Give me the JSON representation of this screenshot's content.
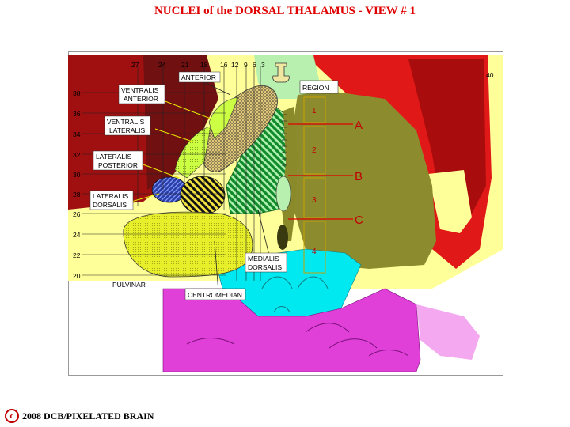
{
  "title": "NUCLEI of the DORSAL THALAMUS - VIEW  #  1",
  "footer": {
    "copyright_symbol": "c",
    "text": "2008  DCB/PIXELATED BRAIN"
  },
  "diagram": {
    "region_header": "REGION",
    "regions": [
      "1",
      "2",
      "3",
      "4"
    ],
    "section_letters": [
      "A",
      "B",
      "C"
    ],
    "nucleus_labels": {
      "anterior": "ANTERIOR",
      "ventralis_anterior": [
        "VENTRALIS",
        "ANTERIOR"
      ],
      "ventralis_lateralis": [
        "VENTRALIS",
        "LATERALIS"
      ],
      "lateralis_posterior": [
        "LATERALIS",
        "POSTERIOR"
      ],
      "lateralis_dorsalis": [
        "LATERALIS",
        "DORSALIS"
      ],
      "pulvinar": "PULVINAR",
      "centromedian": "CENTROMEDIAN",
      "medialis_dorsalis": [
        "MEDIALIS",
        "DORSALIS"
      ]
    },
    "top_scale": [
      "27",
      "24",
      "21",
      "18",
      "16",
      "12",
      "9",
      "6",
      "3"
    ],
    "left_scale": [
      "38",
      "36",
      "34",
      "32",
      "30",
      "28",
      "26",
      "24",
      "22",
      "20"
    ],
    "right_scale": "40",
    "colors": {
      "title": "#e00000",
      "cortex_dark_red": "#a01010",
      "cortex_red": "#e01818",
      "background_yellow": "#ffff99",
      "anterior_nucleus": "#e8d080",
      "ventralis_lateralis": "#ccff44",
      "lateralis_posterior_blue": "#2840a8",
      "medialis_dorsalis_green": "#109030",
      "pulvinar": "#e6ef2a",
      "midline_olive": "#8a8a2a",
      "midbrain_cyan": "#00e8f0",
      "pons_magenta": "#e040d8",
      "region_lines": "#e00000"
    }
  }
}
